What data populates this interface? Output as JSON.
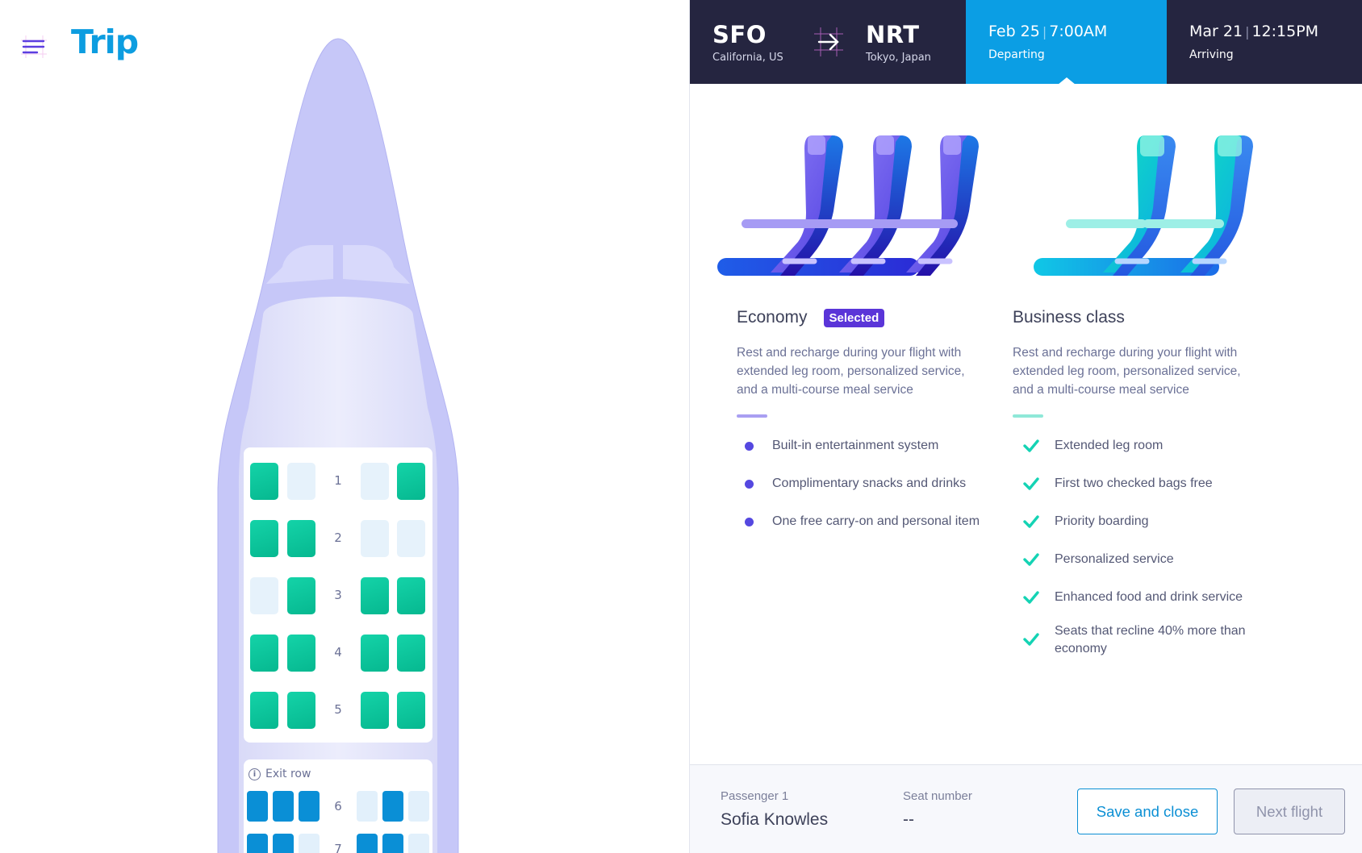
{
  "app": {
    "title": "Trip"
  },
  "flight": {
    "origin": {
      "code": "SFO",
      "city": "California, US"
    },
    "destination": {
      "code": "NRT",
      "city": "Tokyo, Japan"
    },
    "departing": {
      "date": "Feb 25",
      "time": "7:00AM",
      "label": "Departing"
    },
    "arriving": {
      "date": "Mar 21",
      "time": "12:15PM",
      "label": "Arriving"
    }
  },
  "seatmap": {
    "exit_label": "Exit row",
    "rows": [
      {
        "num": "1",
        "seats": [
          "available",
          "taken",
          "taken",
          "available"
        ]
      },
      {
        "num": "2",
        "seats": [
          "available",
          "available",
          "taken",
          "taken"
        ]
      },
      {
        "num": "3",
        "seats": [
          "taken",
          "available",
          "available",
          "available"
        ]
      },
      {
        "num": "4",
        "seats": [
          "available",
          "available",
          "available",
          "available"
        ]
      },
      {
        "num": "5",
        "seats": [
          "available",
          "available",
          "available",
          "available"
        ]
      }
    ],
    "exit_rows": [
      {
        "num": "6",
        "seats": [
          "available",
          "available",
          "available",
          "taken",
          "available",
          "taken"
        ]
      },
      {
        "num": "7",
        "seats": [
          "available",
          "available",
          "taken",
          "available",
          "available",
          "taken"
        ]
      }
    ]
  },
  "classes": {
    "economy": {
      "name": "Economy",
      "badge": "Selected",
      "description": "Rest and recharge during your flight with extended leg room, personalized service, and a multi-course meal service",
      "features": [
        "Built-in entertainment system",
        "Complimentary snacks and drinks",
        "One free carry-on and personal item"
      ]
    },
    "business": {
      "name": "Business class",
      "description": "Rest and recharge during your flight with extended leg room, personalized service, and a multi-course meal service",
      "features": [
        "Extended leg room",
        "First two checked bags free",
        "Priority boarding",
        "Personalized service",
        "Enhanced food and drink service",
        "Seats that recline 40% more than economy"
      ]
    }
  },
  "footer": {
    "passenger_label": "Passenger 1",
    "passenger_name": "Sofia Knowles",
    "seat_label": "Seat number",
    "seat_value": "--",
    "save_label": "Save and close",
    "next_label": "Next flight"
  },
  "colors": {
    "accent_blue": "#0b9ee4",
    "header_dark": "#252540",
    "seat_available": "#0ec49c",
    "seat_taken": "#e6f2fb",
    "exit_seat_available": "#0a8fd6",
    "economy_accent": "#5a35d8",
    "business_accent": "#14d3b4"
  }
}
